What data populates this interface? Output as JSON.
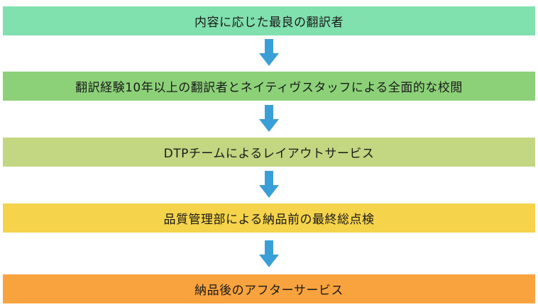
{
  "steps": [
    {
      "label": "内容に応じた最良の翻訳者",
      "color": "#80e0ae"
    },
    {
      "label": "翻訳経験10年以上の翻訳者とネイティヴスタッフによる全面的な校閲",
      "color": "#8cd178"
    },
    {
      "label": "DTPチームによるレイアウトサービス",
      "color": "#c3d681"
    },
    {
      "label": "品質管理部による納品前の最終総点検",
      "color": "#f5d34b"
    },
    {
      "label": "納品後のアフターサービス",
      "color": "#f8a33e"
    }
  ],
  "arrow_color": "#3a9fd6",
  "arrow_icon": "arrow-down-icon"
}
